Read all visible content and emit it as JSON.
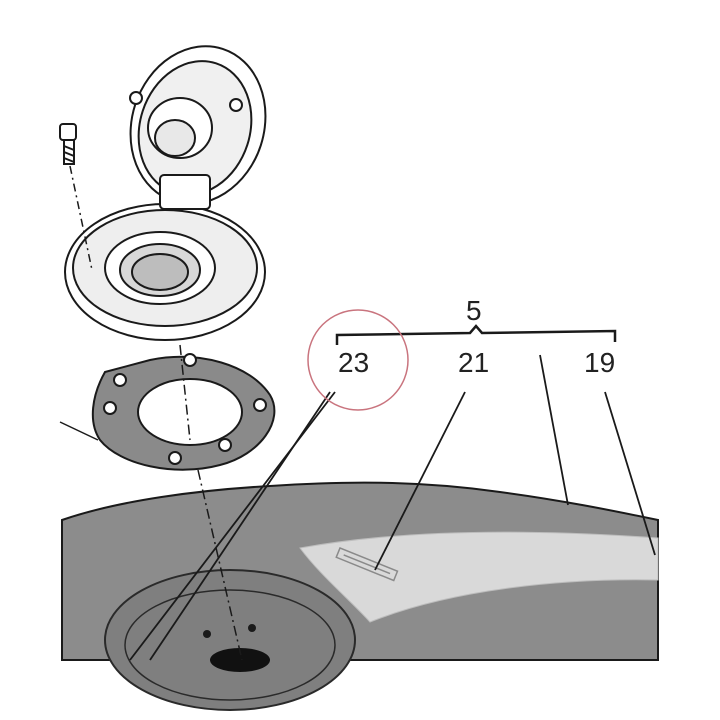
{
  "diagram": {
    "group_label": "5",
    "callouts": [
      {
        "id": "23",
        "text": "23"
      },
      {
        "id": "21",
        "text": "21"
      },
      {
        "id": "19",
        "text": "19"
      }
    ],
    "highlight_color": "#c9747e",
    "tank_fill": "#8c8c8c",
    "stripe_fill": "#d9d9d9",
    "line_color": "#1a1a1a"
  }
}
